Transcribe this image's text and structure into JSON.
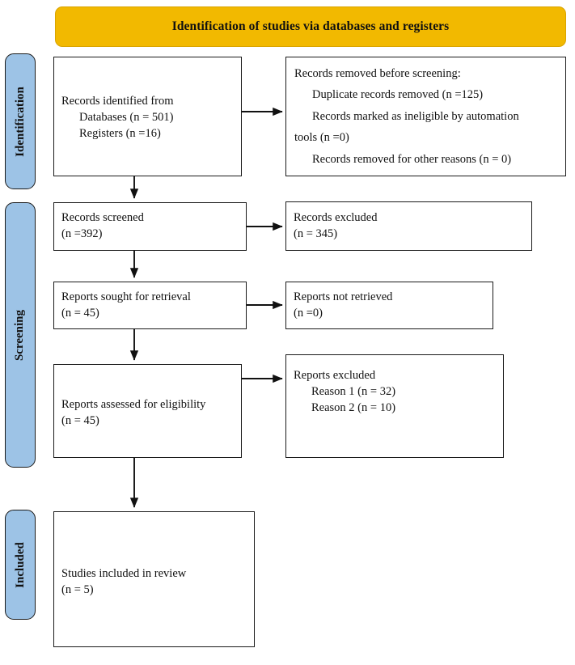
{
  "header": {
    "title": "Identification of studies via databases and registers",
    "background_color": "#f2b900"
  },
  "stages": {
    "identification": "Identification",
    "screening": "Screening",
    "included": "Included",
    "background_color": "#9dc3e6"
  },
  "boxes": {
    "identified": {
      "line1": "Records identified from",
      "line2": "Databases (n = 501)",
      "line3": "Registers (n =16)"
    },
    "removed": {
      "line1": "Records removed before screening:",
      "line2": "Duplicate records removed (n =125)",
      "line3": "Records marked as ineligible by automation",
      "line4": "tools (n =0)",
      "line5": "Records removed for other reasons (n = 0)"
    },
    "screened": {
      "line1": "Records screened",
      "line2": "(n =392)"
    },
    "excluded": {
      "line1": "Records excluded",
      "line2": "(n = 345)"
    },
    "sought": {
      "line1": "Reports sought for retrieval",
      "line2": "(n = 45)"
    },
    "not_retrieved": {
      "line1": "Reports not retrieved",
      "line2": "(n =0)"
    },
    "assessed": {
      "line1": "Reports assessed for eligibility",
      "line2": "(n = 45)"
    },
    "reports_excluded": {
      "line1": "Reports excluded",
      "line2": "Reason 1 (n = 32)",
      "line3": "Reason 2 (n = 10)"
    },
    "included": {
      "line1": "Studies included in review",
      "line2": "(n = 5)"
    }
  },
  "chart_data": {
    "type": "diagram",
    "title": "Identification of studies via databases and registers",
    "diagram_kind": "PRISMA 2020 flow diagram",
    "stages": [
      "Identification",
      "Screening",
      "Included"
    ],
    "nodes": [
      {
        "id": "identified",
        "stage": "Identification",
        "label": "Records identified from",
        "counts": {
          "Databases": 501,
          "Registers": 16
        }
      },
      {
        "id": "removed",
        "stage": "Identification",
        "label": "Records removed before screening:",
        "counts": {
          "Duplicate records removed": 125,
          "Records marked as ineligible by automation tools": 0,
          "Records removed for other reasons": 0
        }
      },
      {
        "id": "screened",
        "stage": "Screening",
        "label": "Records screened",
        "n": 392
      },
      {
        "id": "excluded",
        "stage": "Screening",
        "label": "Records excluded",
        "n": 345
      },
      {
        "id": "sought",
        "stage": "Screening",
        "label": "Reports sought for retrieval",
        "n": 45
      },
      {
        "id": "not_retrieved",
        "stage": "Screening",
        "label": "Reports not retrieved",
        "n": 0
      },
      {
        "id": "assessed",
        "stage": "Screening",
        "label": "Reports assessed for eligibility",
        "n": 45
      },
      {
        "id": "reports_excluded",
        "stage": "Screening",
        "label": "Reports excluded",
        "counts": {
          "Reason 1": 32,
          "Reason 2": 10
        }
      },
      {
        "id": "included",
        "stage": "Included",
        "label": "Studies included in review",
        "n": 5
      }
    ],
    "edges": [
      {
        "from": "identified",
        "to": "removed",
        "direction": "right"
      },
      {
        "from": "identified",
        "to": "screened",
        "direction": "down"
      },
      {
        "from": "screened",
        "to": "excluded",
        "direction": "right"
      },
      {
        "from": "screened",
        "to": "sought",
        "direction": "down"
      },
      {
        "from": "sought",
        "to": "not_retrieved",
        "direction": "right"
      },
      {
        "from": "sought",
        "to": "assessed",
        "direction": "down"
      },
      {
        "from": "assessed",
        "to": "reports_excluded",
        "direction": "right"
      },
      {
        "from": "assessed",
        "to": "included",
        "direction": "down"
      }
    ]
  }
}
